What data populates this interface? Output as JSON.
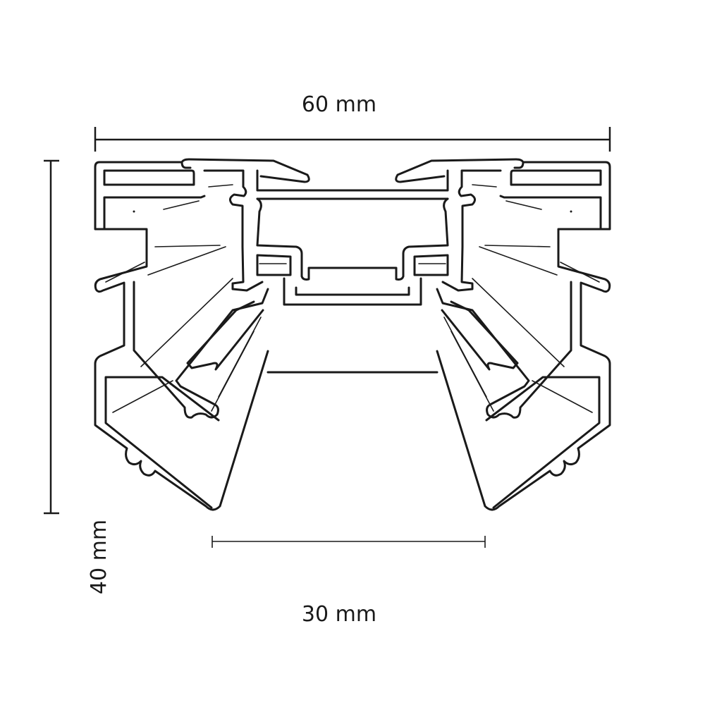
{
  "dimensions": {
    "width_label": "60 mm",
    "height_label": "40 mm",
    "opening_label": "30 mm"
  },
  "colors": {
    "line": "#1a1a1a",
    "background": "#ffffff"
  }
}
